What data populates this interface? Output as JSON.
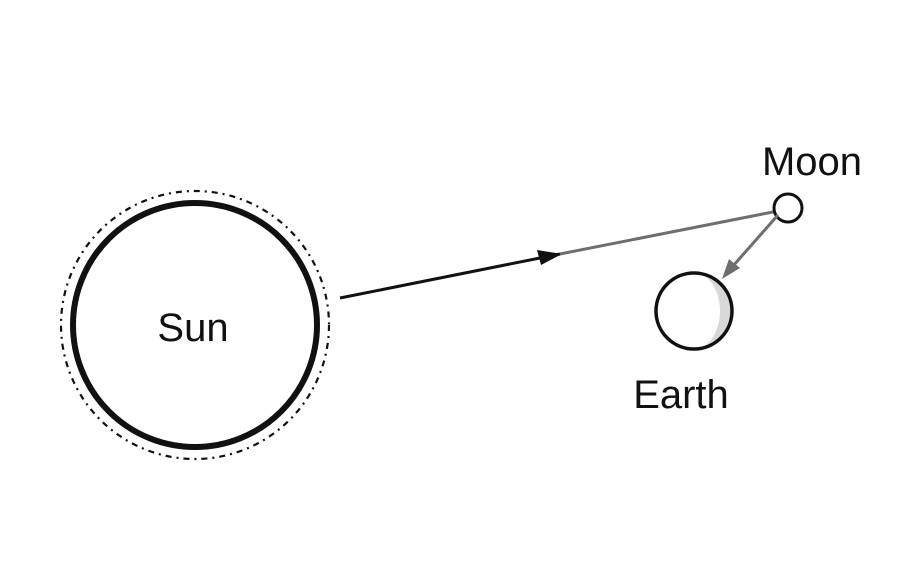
{
  "diagram": {
    "labels": {
      "sun": "Sun",
      "moon": "Moon",
      "earth": "Earth"
    },
    "colors": {
      "outline": "#111111",
      "light_ray": "#111111",
      "reflected_ray": "#6e6e6e",
      "earth_shadow": "#d8d8d8",
      "background": "#ffffff"
    }
  }
}
